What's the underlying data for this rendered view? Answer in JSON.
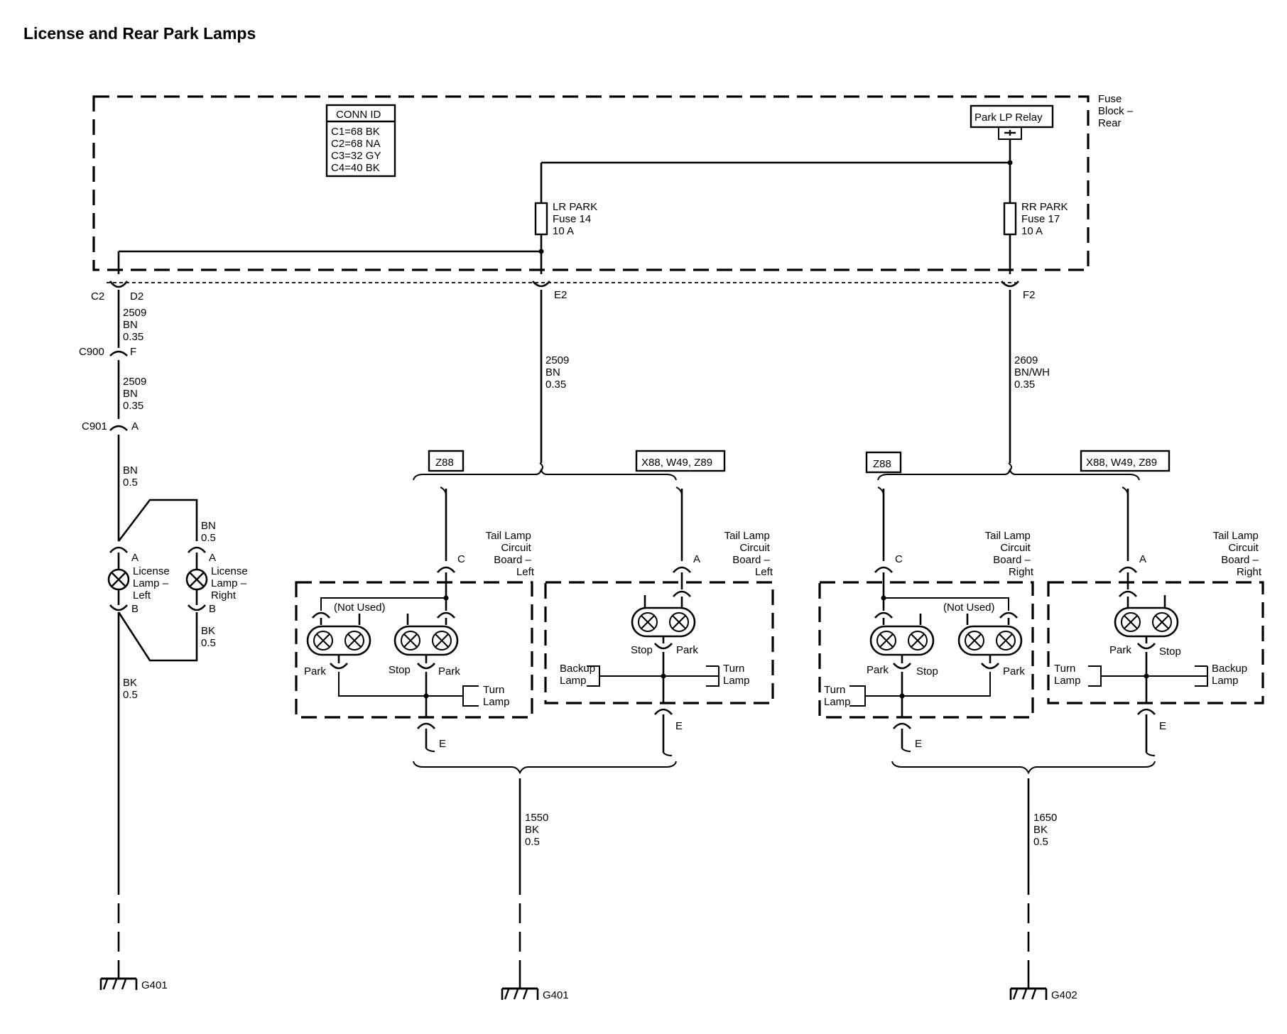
{
  "title": "License and Rear Park Lamps",
  "fuse_block": {
    "name_lines": [
      "Fuse",
      "Block –",
      "Rear"
    ],
    "conn_id": {
      "header": "CONN ID",
      "rows": [
        "C1=68 BK",
        "C2=68 NA",
        "C3=32 GY",
        "C4=40 BK"
      ]
    },
    "relay": "Park LP Relay",
    "fuse_left": [
      "LR PARK",
      "Fuse 14",
      "10 A"
    ],
    "fuse_right": [
      "RR PARK",
      "Fuse 17",
      "10 A"
    ]
  },
  "connectors": {
    "c2": "C2",
    "d2": "D2",
    "e2": "E2",
    "f2": "F2",
    "c900": "C900",
    "c900_pin": "F",
    "c901": "C901",
    "c901_pin": "A"
  },
  "wires": {
    "d2_wire": [
      "2509",
      "BN",
      "0.35"
    ],
    "c900_wire": [
      "2509",
      "BN",
      "0.35"
    ],
    "c901_wire": [
      "BN",
      "0.5"
    ],
    "license_right_feed": [
      "BN",
      "0.5"
    ],
    "license_right_ground": [
      "BK",
      "0.5"
    ],
    "license_ground": [
      "BK",
      "0.5"
    ],
    "e2_wire": [
      "2509",
      "BN",
      "0.35"
    ],
    "f2_wire": [
      "2609",
      "BN/WH",
      "0.35"
    ],
    "left_ground": [
      "1550",
      "BK",
      "0.5"
    ],
    "right_ground": [
      "1650",
      "BK",
      "0.5"
    ]
  },
  "license_lamps": {
    "left": [
      "License",
      "Lamp –",
      "Left"
    ],
    "right": [
      "License",
      "Lamp –",
      "Right"
    ],
    "pin_a": "A",
    "pin_b": "B"
  },
  "options": {
    "z88": "Z88",
    "x88": "X88, W49, Z89"
  },
  "boards": {
    "left_c": [
      "Tail Lamp",
      "Circuit",
      "Board –",
      "Left"
    ],
    "left_a": [
      "Tail Lamp",
      "Circuit",
      "Board –",
      "Left"
    ],
    "right_c": [
      "Tail Lamp",
      "Circuit",
      "Board –",
      "Right"
    ],
    "right_a": [
      "Tail Lamp",
      "Circuit",
      "Board –",
      "Right"
    ],
    "pin_c": "C",
    "pin_a": "A",
    "pin_e": "E"
  },
  "lamp_labels": {
    "not_used": "(Not Used)",
    "park": "Park",
    "stop": "Stop",
    "turn": [
      "Turn",
      "Lamp"
    ],
    "backup": [
      "Backup",
      "Lamp"
    ]
  },
  "grounds": {
    "license": "G401",
    "left": "G401",
    "right": "G402"
  }
}
